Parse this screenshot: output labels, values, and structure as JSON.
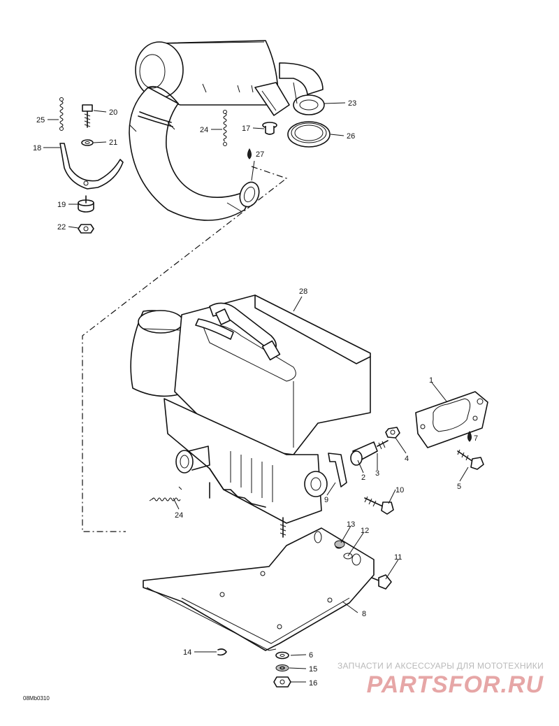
{
  "callouts": [
    {
      "id": "c1",
      "label": "1"
    },
    {
      "id": "c2",
      "label": "2"
    },
    {
      "id": "c3",
      "label": "3"
    },
    {
      "id": "c4",
      "label": "4"
    },
    {
      "id": "c5",
      "label": "5"
    },
    {
      "id": "c6",
      "label": "6"
    },
    {
      "id": "c7",
      "label": "7"
    },
    {
      "id": "c8",
      "label": "8"
    },
    {
      "id": "c9",
      "label": "9"
    },
    {
      "id": "c10",
      "label": "10"
    },
    {
      "id": "c11",
      "label": "11"
    },
    {
      "id": "c12",
      "label": "12"
    },
    {
      "id": "c13",
      "label": "13"
    },
    {
      "id": "c14",
      "label": "14"
    },
    {
      "id": "c15",
      "label": "15"
    },
    {
      "id": "c16",
      "label": "16"
    },
    {
      "id": "c17",
      "label": "17"
    },
    {
      "id": "c18",
      "label": "18"
    },
    {
      "id": "c19",
      "label": "19"
    },
    {
      "id": "c20",
      "label": "20"
    },
    {
      "id": "c21",
      "label": "21"
    },
    {
      "id": "c22",
      "label": "22"
    },
    {
      "id": "c23",
      "label": "23"
    },
    {
      "id": "c24a",
      "label": "24"
    },
    {
      "id": "c24b",
      "label": "24"
    },
    {
      "id": "c25",
      "label": "25"
    },
    {
      "id": "c26",
      "label": "26"
    },
    {
      "id": "c27",
      "label": "27"
    },
    {
      "id": "c28",
      "label": "28"
    }
  ],
  "watermark": {
    "line1": "ЗАПЧАСТИ И АКСЕССУАРЫ ДЛЯ МОТОТЕХНИКИ",
    "line2": "PARTSFOR.RU",
    "color": "#e6a6a6"
  },
  "figure_code": "08Mb0310"
}
